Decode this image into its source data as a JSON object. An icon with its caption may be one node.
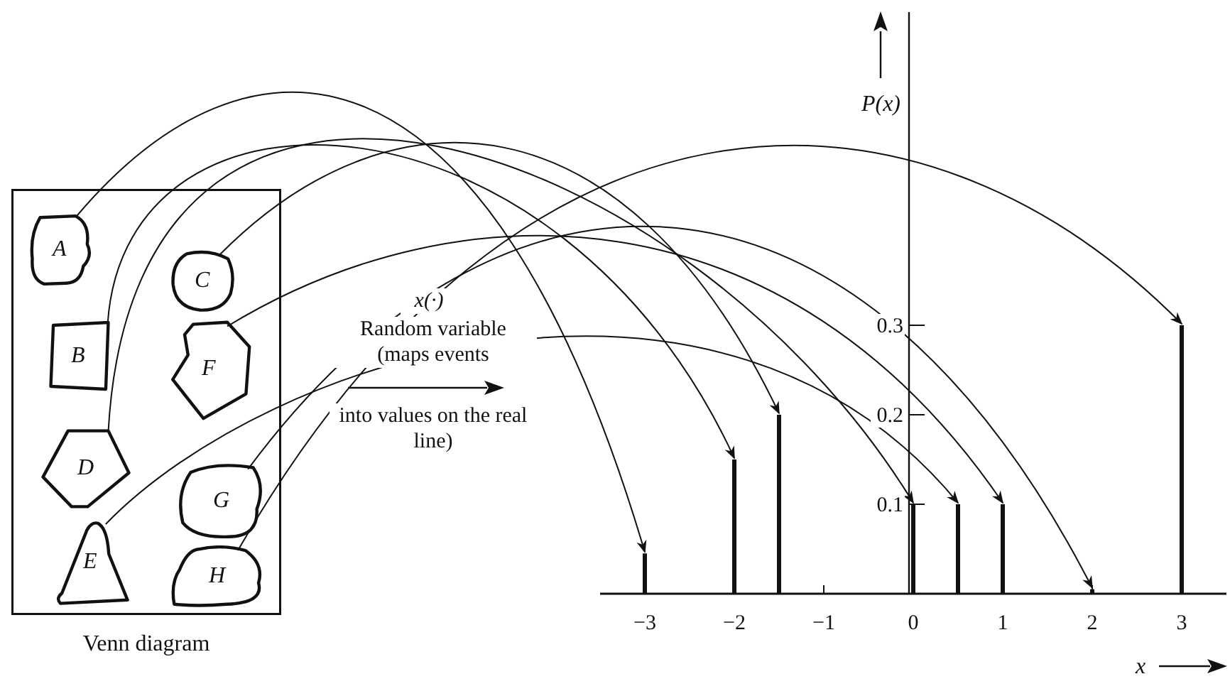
{
  "diagram": {
    "nodes": [
      {
        "text": [
          "Venn diagram"
        ]
      },
      {
        "text": [
          "A"
        ],
        "in": 0
      },
      {
        "text": [
          "B"
        ],
        "in": 0
      },
      {
        "text": [
          "C"
        ],
        "in": 0
      },
      {
        "text": [
          "D"
        ],
        "in": 0
      },
      {
        "text": [
          "E"
        ],
        "in": 0
      },
      {
        "text": [
          "F"
        ],
        "in": 0
      },
      {
        "text": [
          "G"
        ],
        "in": 0
      },
      {
        "text": [
          "H"
        ],
        "in": 0
      },
      {
        "text": [],
        "shape": "bar"
      },
      {
        "text": [],
        "shape": "bar"
      },
      {
        "text": [],
        "shape": "bar"
      },
      {
        "text": [],
        "shape": "bar"
      },
      {
        "text": [],
        "shape": "bar"
      },
      {
        "text": [],
        "shape": "bar"
      },
      {
        "text": [],
        "shape": "bar"
      },
      {
        "text": [],
        "shape": "bar"
      }
    ],
    "edges": [
      {
        "from": 1,
        "to": 9,
        "arrow": "to"
      },
      {
        "from": 2,
        "to": 10,
        "arrow": "to"
      },
      {
        "from": 3,
        "to": 11,
        "arrow": "to"
      },
      {
        "from": 4,
        "to": 12,
        "arrow": "to"
      },
      {
        "from": 5,
        "to": 13,
        "arrow": "to"
      },
      {
        "from": 6,
        "to": 14,
        "arrow": "to"
      },
      {
        "from": 7,
        "to": 15,
        "arrow": "to"
      },
      {
        "from": 8,
        "to": 16,
        "arrow": "to"
      }
    ],
    "labels": [
      "x(·)",
      "Random variable (maps events",
      "into values on the real line)"
    ],
    "chart_data": {
      "type": "bar",
      "xlabel": "x",
      "ylabel": "P(x)",
      "x": [
        -3,
        -2,
        -1.5,
        0,
        0.5,
        1,
        2,
        3
      ],
      "values": [
        0.045,
        0.15,
        0.2,
        0.1,
        0.1,
        0.1,
        0.005,
        0.3
      ],
      "xlim": [
        -3.5,
        3.5
      ],
      "ylim": [
        0,
        0.65
      ],
      "xticks": [
        -3,
        -2,
        -1,
        0,
        1,
        2,
        3
      ],
      "yticks": [
        0.1,
        0.2,
        0.3
      ]
    }
  }
}
